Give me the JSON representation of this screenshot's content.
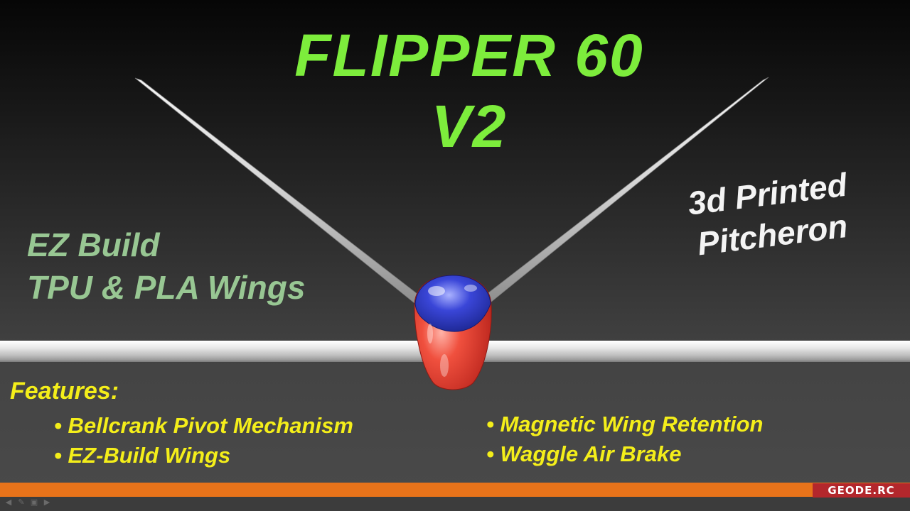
{
  "title": {
    "line1": "FLIPPER 60",
    "line2": "V2"
  },
  "left_caption": {
    "line1": "EZ Build",
    "line2": "TPU & PLA Wings"
  },
  "right_caption": {
    "line1": "3d Printed",
    "line2": "Pitcheron"
  },
  "features": {
    "heading": "Features:",
    "items": [
      "• Bellcrank Pivot Mechanism",
      "• EZ-Build Wings",
      "• Magnetic Wing Retention",
      "• Waggle Air Brake"
    ]
  },
  "brand": "GEODE.RC",
  "nav_icons": [
    "previous-icon",
    "pen-icon",
    "slide-menu-icon",
    "next-icon"
  ],
  "colors": {
    "title": "#7ded3c",
    "left_caption": "#98c793",
    "right_caption": "#f4f4f4",
    "features": "#f4ee1a",
    "orange_bar": "#e8731a",
    "brand_bg": "#b3272c",
    "canopy_blue": "#2e37c8",
    "fuselage_red": "#e83a2c"
  }
}
